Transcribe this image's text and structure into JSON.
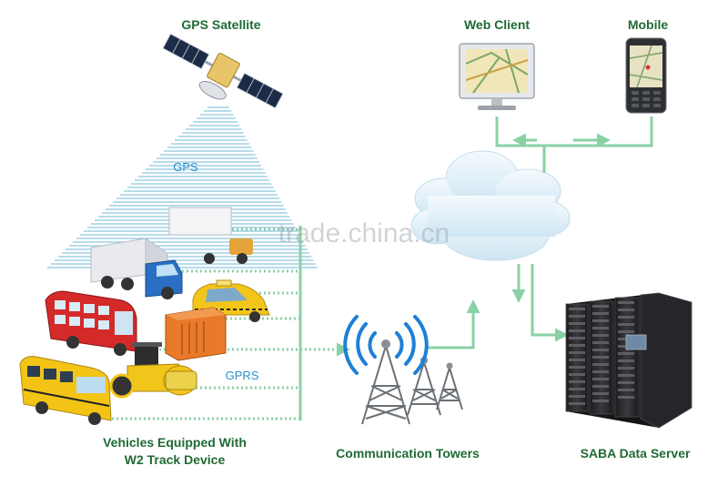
{
  "labels": {
    "gps_satellite": "GPS Satellite",
    "gps": "GPS",
    "web_client": "Web Client",
    "mobile": "Mobile",
    "gprs": "GPRS",
    "vehicles_line1": "Vehicles Equipped With",
    "vehicles_line2": "W2 Track Device",
    "towers": "Communication Towers",
    "server": "SABA Data Server",
    "watermark": "trade.china.cn"
  },
  "colors": {
    "label_green": "#1f6a34",
    "link_green": "#8ad1a6",
    "beam_blue": "#6ab6d6",
    "cloud": "#e3f1f9",
    "server_dark": "#2b2b2e",
    "signal_blue": "#1e7fd6"
  },
  "icons": [
    "satellite-icon",
    "monitor-icon",
    "mobile-phone-icon",
    "cloud-icon",
    "server-rack-icon",
    "radio-tower-icon",
    "truck-icon",
    "taxi-icon",
    "bus-icon",
    "school-bus-icon",
    "road-roller-icon",
    "generator-icon"
  ]
}
